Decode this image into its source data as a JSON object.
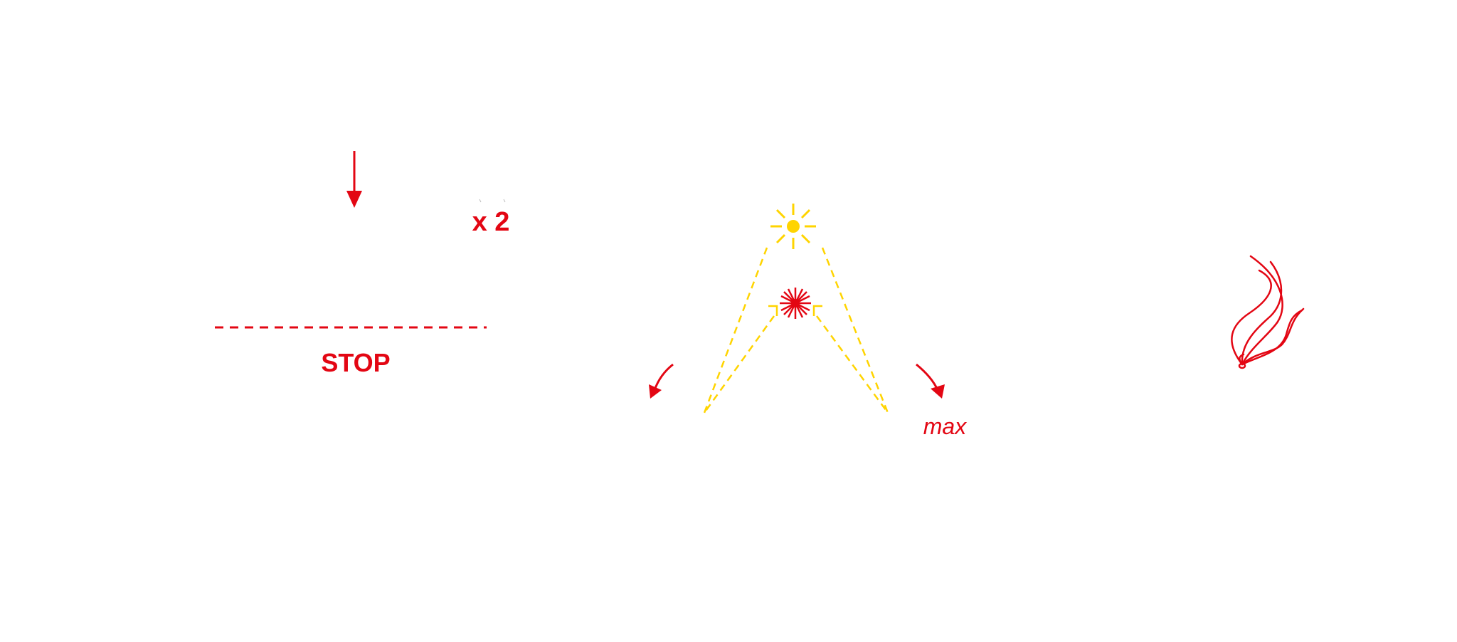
{
  "colors": {
    "accent_red": "#e30613",
    "sun_yellow": "#ffd400",
    "background": "#ffffff"
  },
  "panel_install": {
    "multiplier_label": "x 2",
    "stop_label": "STOP"
  },
  "panel_lamp": {
    "max_label": "max"
  },
  "icons": [
    "arrow-down-icon",
    "stop-line-icon",
    "sun-icon",
    "light-burst-icon",
    "arrow-rotate-left-icon",
    "arrow-rotate-right-icon",
    "flame-icon"
  ]
}
